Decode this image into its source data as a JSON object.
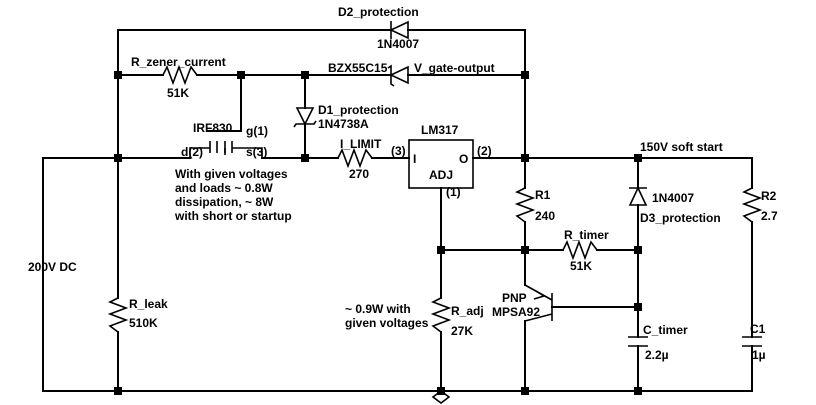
{
  "supply": {
    "label": "200V DC"
  },
  "soft_start": {
    "label": "150V soft start"
  },
  "d2": {
    "name": "D2_protection",
    "part": "1N4007"
  },
  "r_zener": {
    "name": "R_zener_current",
    "value": "51K"
  },
  "zener_out": {
    "part": "BZX55C15",
    "label": "V_gate-output"
  },
  "d1": {
    "name": "D1_protection",
    "part": "1N4738A"
  },
  "mosfet": {
    "part": "IRF830",
    "gate": "g(1)",
    "drain": "d(2)",
    "source": "s(3)",
    "note": [
      "With given voltages",
      "and loads ~ 0.8W",
      "dissipation, ~ 8W",
      "with short or startup"
    ]
  },
  "i_limit": {
    "name": "I_LIMIT",
    "value": "270"
  },
  "lm317": {
    "part": "LM317",
    "pin_in": "I",
    "pin_out": "O",
    "pin_adj": "ADJ",
    "num_in": "(3)",
    "num_out": "(2)",
    "num_adj": "(1)"
  },
  "r1": {
    "name": "R1",
    "value": "240"
  },
  "r_timer": {
    "name": "R_timer",
    "value": "51K"
  },
  "d3": {
    "part": "1N4007",
    "name": "D3_protection"
  },
  "r2": {
    "name": "R2",
    "value": "2.7"
  },
  "r_leak": {
    "name": "R_leak",
    "value": "510K"
  },
  "r_adj": {
    "name": "R_adj",
    "value": "27K",
    "note": [
      "~ 0.9W with",
      "given voltages"
    ]
  },
  "pnp": {
    "type": "PNP",
    "part": "MPSA92"
  },
  "c_timer": {
    "name": "C_timer",
    "value": "2.2µ"
  },
  "c1": {
    "name": "C1",
    "value": "1µ"
  }
}
